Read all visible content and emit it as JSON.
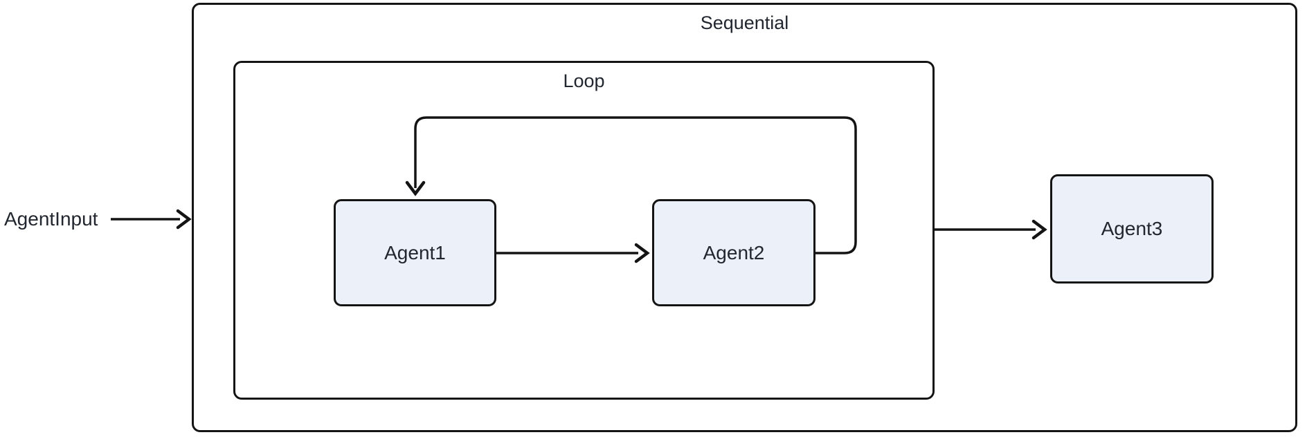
{
  "diagram": {
    "type": "flowchart",
    "direction": "left-to-right",
    "input_label": "AgentInput",
    "containers": [
      {
        "id": "sequential",
        "label": "Sequential",
        "parent": null
      },
      {
        "id": "loop",
        "label": "Loop",
        "parent": "sequential"
      }
    ],
    "nodes": [
      {
        "id": "agent1",
        "label": "Agent1",
        "parent": "loop"
      },
      {
        "id": "agent2",
        "label": "Agent2",
        "parent": "loop"
      },
      {
        "id": "agent3",
        "label": "Agent3",
        "parent": "sequential"
      }
    ],
    "edges": [
      {
        "from": "AgentInput",
        "to": "Sequential",
        "style": "arrow"
      },
      {
        "from": "Agent1",
        "to": "Agent2",
        "style": "arrow"
      },
      {
        "from": "Agent2",
        "to": "Agent1",
        "style": "loop-back-arrow"
      },
      {
        "from": "Loop",
        "to": "Agent3",
        "style": "arrow"
      }
    ],
    "colors": {
      "background": "#ffffff",
      "node_fill": "#ecf0f9",
      "line": "#141414",
      "text": "#22262e"
    }
  }
}
